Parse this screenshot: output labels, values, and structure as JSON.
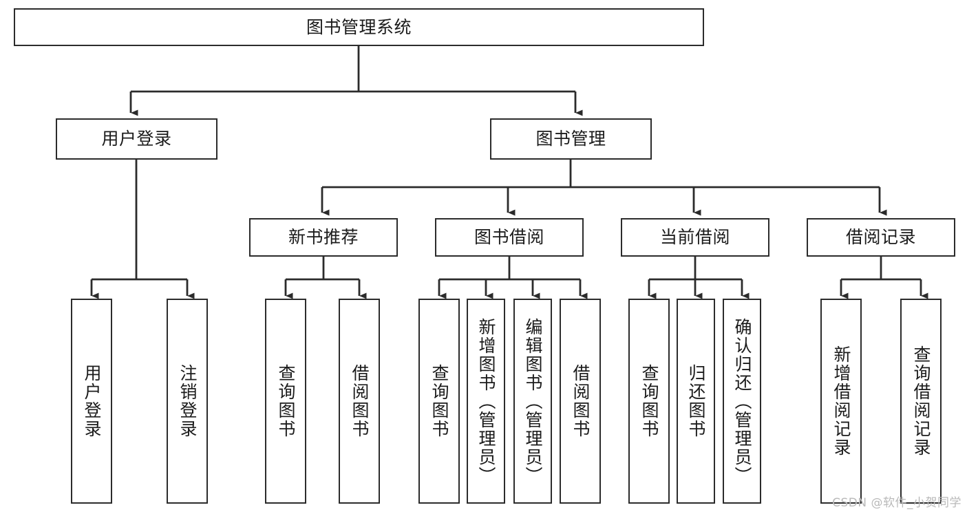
{
  "diagram": {
    "title": "图书管理系统",
    "type": "tree-hierarchy-chart",
    "stroke_color": "#2b2b2b",
    "background_color": "#ffffff",
    "text_color": "#1b1b1b"
  },
  "nodes": {
    "root": {
      "label": "图书管理系统"
    },
    "level2": [
      {
        "id": "user-login",
        "label": "用户登录"
      },
      {
        "id": "book-manage",
        "label": "图书管理"
      }
    ],
    "level3": [
      {
        "id": "new-book-recommend",
        "label": "新书推荐"
      },
      {
        "id": "book-borrow",
        "label": "图书借阅"
      },
      {
        "id": "current-borrow",
        "label": "当前借阅"
      },
      {
        "id": "borrow-record",
        "label": "借阅记录"
      }
    ],
    "leaves": {
      "user_login": [
        {
          "id": "leaf-user-login",
          "label": "用户登录"
        },
        {
          "id": "leaf-logout-login",
          "label": "注销登录"
        }
      ],
      "new_book_recommend": [
        {
          "id": "leaf-query-book-1",
          "label": "查询图书"
        },
        {
          "id": "leaf-borrow-book-1",
          "label": "借阅图书"
        }
      ],
      "book_borrow": [
        {
          "id": "leaf-query-book-2",
          "label": "查询图书"
        },
        {
          "id": "leaf-add-book",
          "label": "新增图书（管理员）"
        },
        {
          "id": "leaf-edit-book",
          "label": "编辑图书（管理员）"
        },
        {
          "id": "leaf-borrow-book-2",
          "label": "借阅图书"
        }
      ],
      "current_borrow": [
        {
          "id": "leaf-query-book-3",
          "label": "查询图书"
        },
        {
          "id": "leaf-return-book",
          "label": "归还图书"
        },
        {
          "id": "leaf-confirm-return",
          "label": "确认归还（管理员）"
        }
      ],
      "borrow_record": [
        {
          "id": "leaf-add-record",
          "label": "新增借阅记录"
        },
        {
          "id": "leaf-query-record",
          "label": "查询借阅记录"
        }
      ]
    }
  },
  "watermark": {
    "text": "CSDN @软件_小贺同学"
  },
  "chart_data": {
    "type": "table",
    "title": "图书管理系统",
    "levels": [
      {
        "depth": 1,
        "labels": [
          "图书管理系统"
        ]
      },
      {
        "depth": 2,
        "labels": [
          "用户登录",
          "图书管理"
        ]
      },
      {
        "depth": 3,
        "labels": [
          "新书推荐",
          "图书借阅",
          "当前借阅",
          "借阅记录"
        ]
      },
      {
        "depth": 4,
        "labels": [
          "用户登录",
          "注销登录",
          "查询图书",
          "借阅图书",
          "查询图书",
          "新增图书（管理员）",
          "编辑图书（管理员）",
          "借阅图书",
          "查询图书",
          "归还图书",
          "确认归还（管理员）",
          "新增借阅记录",
          "查询借阅记录"
        ]
      }
    ],
    "edges": [
      {
        "from": "图书管理系统",
        "to": "用户登录"
      },
      {
        "from": "图书管理系统",
        "to": "图书管理"
      },
      {
        "from": "用户登录",
        "to": "用户登录"
      },
      {
        "from": "用户登录",
        "to": "注销登录"
      },
      {
        "from": "图书管理",
        "to": "新书推荐"
      },
      {
        "from": "图书管理",
        "to": "图书借阅"
      },
      {
        "from": "图书管理",
        "to": "当前借阅"
      },
      {
        "from": "图书管理",
        "to": "借阅记录"
      },
      {
        "from": "新书推荐",
        "to": "查询图书"
      },
      {
        "from": "新书推荐",
        "to": "借阅图书"
      },
      {
        "from": "图书借阅",
        "to": "查询图书"
      },
      {
        "from": "图书借阅",
        "to": "新增图书（管理员）"
      },
      {
        "from": "图书借阅",
        "to": "编辑图书（管理员）"
      },
      {
        "from": "图书借阅",
        "to": "借阅图书"
      },
      {
        "from": "当前借阅",
        "to": "查询图书"
      },
      {
        "from": "当前借阅",
        "to": "归还图书"
      },
      {
        "from": "当前借阅",
        "to": "确认归还（管理员）"
      },
      {
        "from": "借阅记录",
        "to": "新增借阅记录"
      },
      {
        "from": "借阅记录",
        "to": "查询借阅记录"
      }
    ]
  }
}
